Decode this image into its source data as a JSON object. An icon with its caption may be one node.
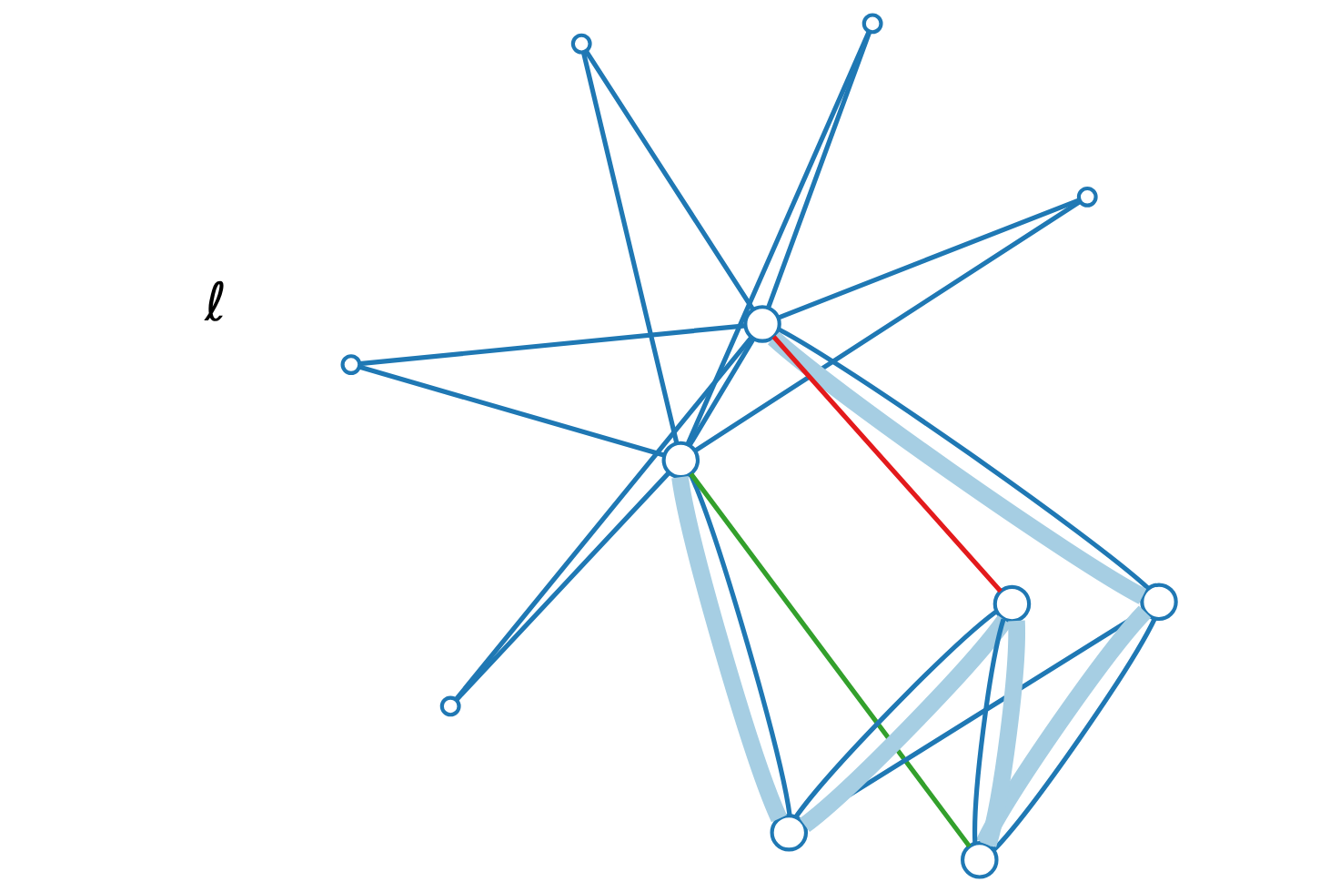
{
  "diagram": {
    "nodes": [
      {
        "text": [],
        "shape": "circle"
      },
      {
        "text": [],
        "shape": "circle"
      },
      {
        "text": [],
        "shape": "circle"
      },
      {
        "text": [],
        "shape": "circle"
      },
      {
        "text": [],
        "shape": "circle"
      },
      {
        "text": [],
        "shape": "circle"
      },
      {
        "text": [],
        "shape": "circle"
      },
      {
        "text": [],
        "shape": "circle"
      },
      {
        "text": [],
        "shape": "circle"
      },
      {
        "text": [],
        "shape": "circle"
      },
      {
        "text": [],
        "shape": "circle"
      }
    ],
    "edges": [
      {
        "from": 5,
        "to": 0,
        "arrow": "none"
      },
      {
        "from": 0,
        "to": 6,
        "arrow": "none"
      },
      {
        "from": 5,
        "to": 1,
        "arrow": "none"
      },
      {
        "from": 1,
        "to": 6,
        "arrow": "none"
      },
      {
        "from": 5,
        "to": 2,
        "arrow": "none"
      },
      {
        "from": 2,
        "to": 6,
        "arrow": "none"
      },
      {
        "from": 5,
        "to": 3,
        "arrow": "none"
      },
      {
        "from": 3,
        "to": 6,
        "arrow": "none"
      },
      {
        "from": 5,
        "to": 4,
        "arrow": "none"
      },
      {
        "from": 4,
        "to": 6,
        "arrow": "none"
      },
      {
        "from": 5,
        "to": 6,
        "arrow": "none"
      },
      {
        "from": 5,
        "to": 7,
        "arrow": "none"
      },
      {
        "from": 5,
        "to": 7,
        "arrow": "none",
        "style": "thick",
        "color": "#a6cee3"
      },
      {
        "from": 6,
        "to": 8,
        "arrow": "none"
      },
      {
        "from": 6,
        "to": 8,
        "arrow": "none",
        "style": "thick",
        "color": "#a6cee3"
      },
      {
        "from": 5,
        "to": 10,
        "arrow": "none",
        "color": "#e31a1c"
      },
      {
        "from": 6,
        "to": 9,
        "arrow": "none",
        "color": "#33a02c"
      },
      {
        "from": 7,
        "to": 9,
        "arrow": "none"
      },
      {
        "from": 7,
        "to": 9,
        "arrow": "none",
        "style": "thick",
        "color": "#a6cee3"
      },
      {
        "from": 8,
        "to": 10,
        "arrow": "none"
      },
      {
        "from": 8,
        "to": 10,
        "arrow": "none",
        "style": "thick",
        "color": "#a6cee3"
      },
      {
        "from": 9,
        "to": 10,
        "arrow": "none"
      },
      {
        "from": 9,
        "to": 10,
        "arrow": "none",
        "style": "thick",
        "color": "#a6cee3"
      },
      {
        "from": 7,
        "to": 8,
        "arrow": "none"
      }
    ],
    "labels": [
      "ℓ"
    ]
  }
}
